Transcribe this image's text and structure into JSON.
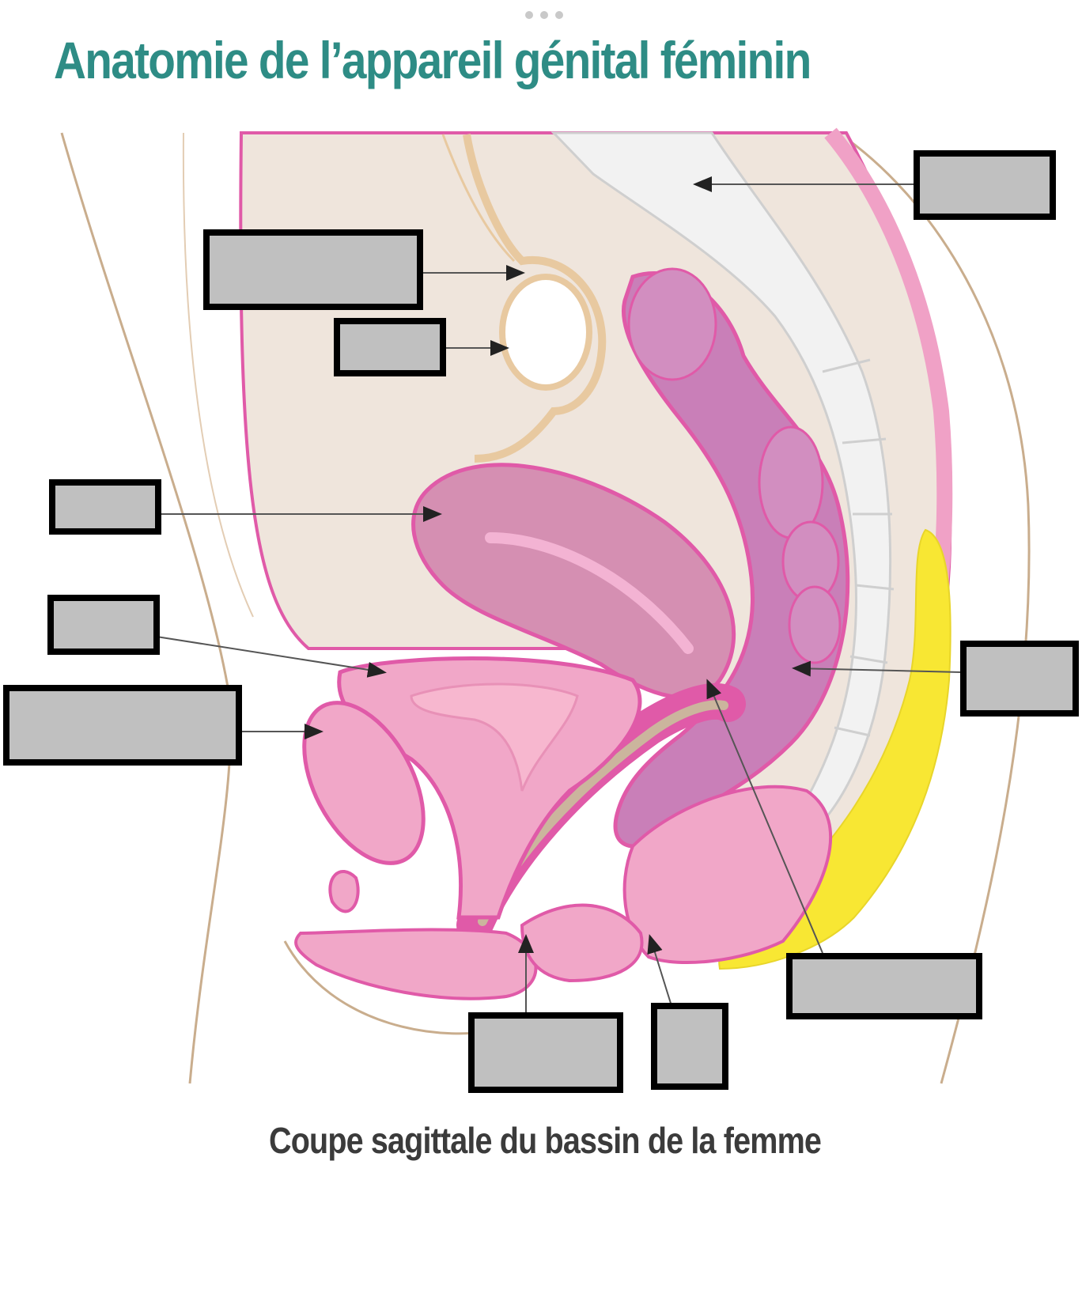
{
  "title": "Anatomie de l’appareil génital féminin",
  "caption": "Coupe sagittale du bassin de la femme",
  "colors": {
    "title": "#2e8c85",
    "caption": "#3b3b3b",
    "label_fill": "#c0c0c0",
    "label_border": "#000000",
    "pelvic_cavity": "#efe5dc",
    "uterus": "#d58fb2",
    "rectum": "#c97fb8",
    "bladder": "#f1a7c8",
    "outline": "#e05aa8",
    "sacrum": "#f1f1f1",
    "coccyx_fat": "#f8e733",
    "ovary_tube": "#e8c9a0"
  },
  "labels": [
    {
      "id": "sacrum",
      "text": ""
    },
    {
      "id": "trompe",
      "text": ""
    },
    {
      "id": "ovaire",
      "text": ""
    },
    {
      "id": "uterus",
      "text": ""
    },
    {
      "id": "vessie",
      "text": ""
    },
    {
      "id": "symphyse",
      "text": ""
    },
    {
      "id": "rectum",
      "text": ""
    },
    {
      "id": "col",
      "text": ""
    },
    {
      "id": "vagin",
      "text": ""
    },
    {
      "id": "anus",
      "text": ""
    }
  ]
}
